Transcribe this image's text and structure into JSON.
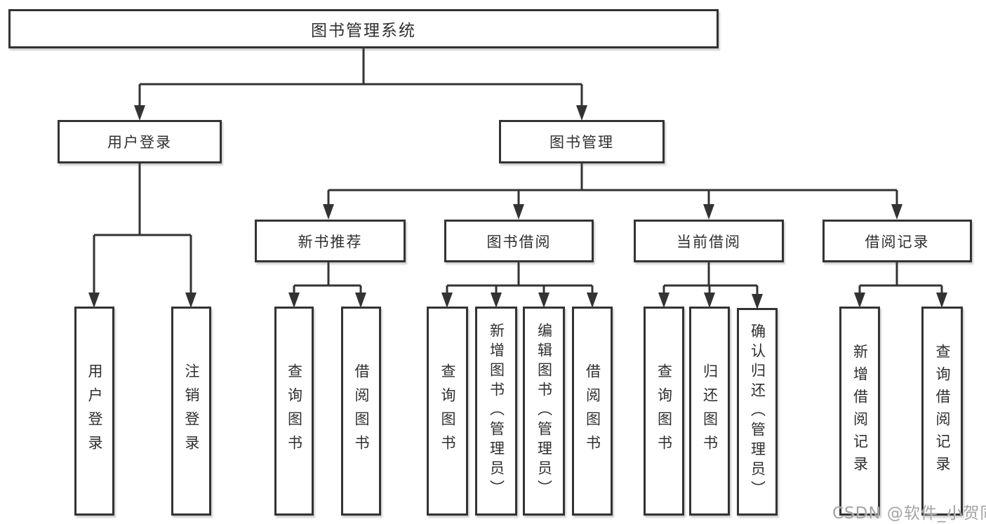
{
  "diagram_title": "图书管理系统",
  "watermark": "CSDN @软件_小贺同学",
  "colors": {
    "line": "#333333",
    "box_border": "#333333",
    "box_background": "#ffffff",
    "text": "#2f2f2f",
    "watermark": "#a3a3a3"
  },
  "root": {
    "label": "图书管理系统"
  },
  "level2": {
    "user_login": {
      "label": "用户登录"
    },
    "book_mgmt": {
      "label": "图书管理"
    }
  },
  "level3": {
    "new_book_rec": {
      "label": "新书推荐"
    },
    "book_borrow": {
      "label": "图书借阅"
    },
    "current_borrow": {
      "label": "当前借阅"
    },
    "borrow_records": {
      "label": "借阅记录"
    }
  },
  "leaves": {
    "user_login": [
      "用户登录",
      "注销登录"
    ],
    "new_book_rec": [
      "查询图书",
      "借阅图书"
    ],
    "book_borrow": [
      "查询图书",
      "新增图书（管理员）",
      "编辑图书（管理员）",
      "借阅图书"
    ],
    "current_borrow": [
      "查询图书",
      "归还图书",
      "确认归还（管理员）"
    ],
    "borrow_records": [
      "新增借阅记录",
      "查询借阅记录"
    ]
  }
}
